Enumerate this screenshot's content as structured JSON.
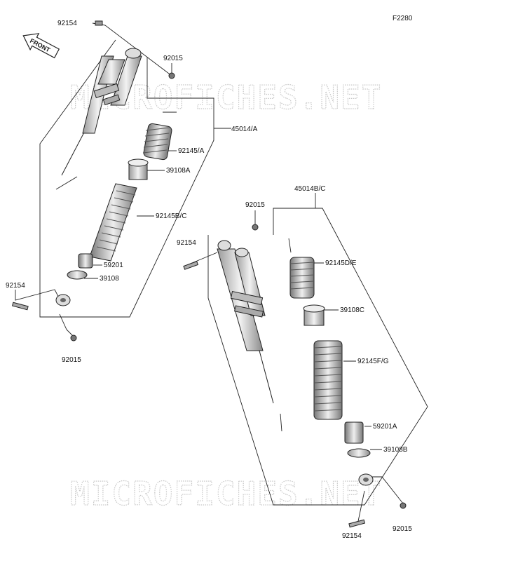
{
  "diagram_code": "F2280",
  "front_label": "FRONT",
  "watermark": "MICROFICHES.NET",
  "left_assembly": {
    "bolt_top": "92154",
    "nut_top": "92015",
    "assembly": "45014/A",
    "spring_small": "92145/A",
    "seat_upper": "39108A",
    "spring_main": "92145B/C",
    "bumper": "59201",
    "seat_lower": "39108",
    "bolt_bottom": "92154",
    "nut_bottom": "92015"
  },
  "right_assembly": {
    "assembly": "45014B/C",
    "nut_top": "92015",
    "bolt_top": "92154",
    "spring_small": "92145D/E",
    "seat_upper": "39108C",
    "spring_main": "92145F/G",
    "bumper": "59201A",
    "seat_lower": "39108B",
    "bolt_bottom": "92154",
    "nut_bottom": "92015"
  }
}
